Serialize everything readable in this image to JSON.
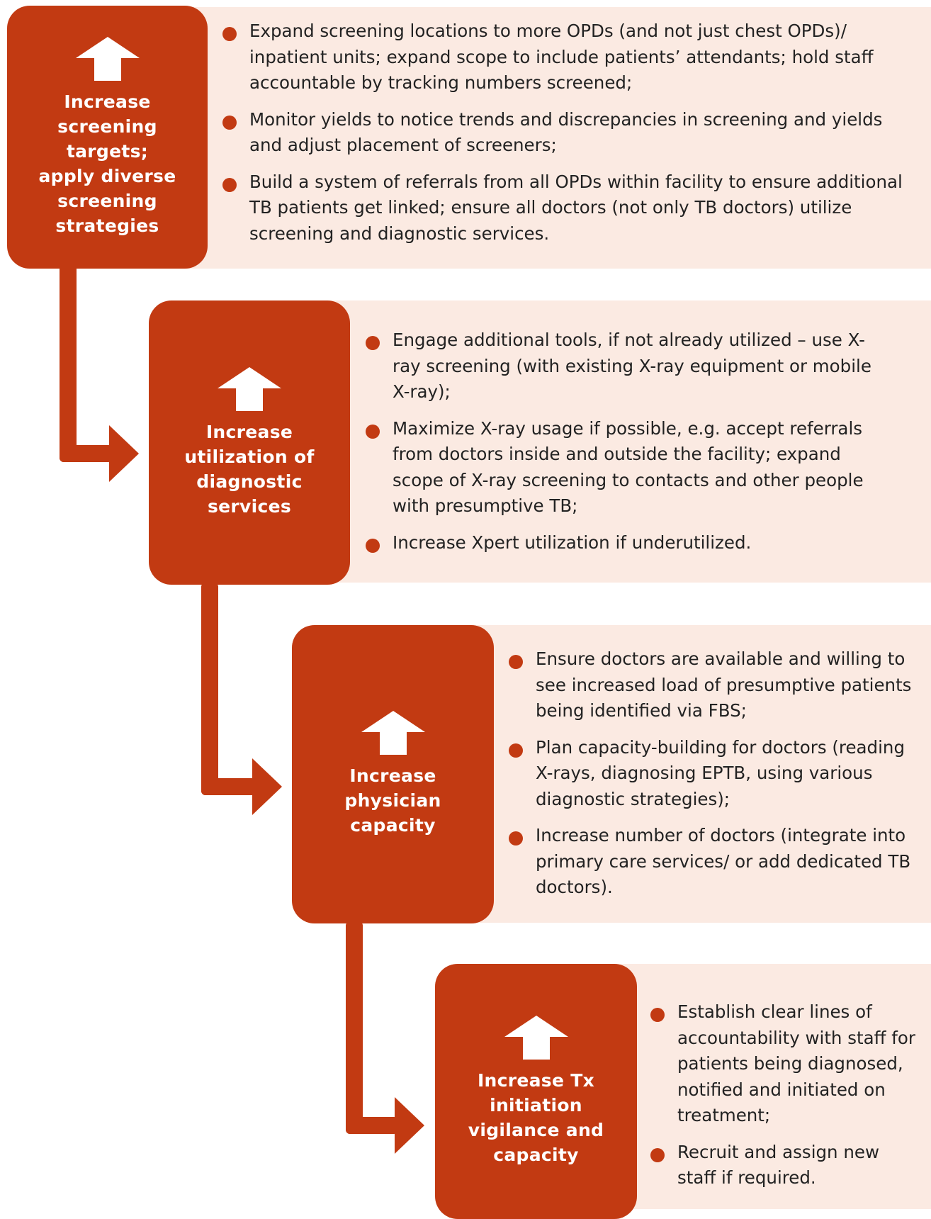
{
  "colors": {
    "accent": "#c23a12",
    "panel": "#fbeae2",
    "text": "#222222"
  },
  "steps": [
    {
      "title": "Increase\nscreening\ntargets;\napply diverse\nscreening\nstrategies",
      "icon": "up-arrow-icon",
      "bullets": [
        "Expand screening locations to more OPDs (and not just chest OPDs)/ inpatient units; expand scope to include patients’ attendants; hold staff accountable by tracking numbers screened;",
        "Monitor yields to notice trends and discrepancies in screening and yields and adjust placement of screeners;",
        "Build a system of referrals from all OPDs within facility to ensure additional TB patients get linked; ensure all doctors (not only TB doctors) utilize screening and diagnostic services."
      ]
    },
    {
      "title": "Increase\nutilization of\ndiagnostic\nservices",
      "icon": "up-arrow-icon",
      "bullets": [
        "Engage additional tools, if not already utilized – use X-ray screening (with existing X-ray equipment or mobile X-ray);",
        "Maximize X-ray usage if possible, e.g. accept referrals from doctors inside and outside the facility; expand scope of X-ray screening to contacts and other people with presumptive TB;",
        "Increase Xpert utilization if underutilized."
      ]
    },
    {
      "title": "Increase\nphysician\ncapacity",
      "icon": "up-arrow-icon",
      "bullets": [
        "Ensure doctors are available and willing to see increased load of presumptive patients being identified via FBS;",
        "Plan capacity-building for doctors (reading X-rays, diagnosing EPTB, using various diagnostic strategies);",
        "Increase number of doctors (integrate into primary care services/ or add dedicated TB doctors)."
      ]
    },
    {
      "title": "Increase Tx\ninitiation\nvigilance and\ncapacity",
      "icon": "up-arrow-icon",
      "bullets": [
        "Establish clear lines of accountability with staff for patients being diagnosed, notified and initiated on treatment;",
        "Recruit and assign new staff if required."
      ]
    }
  ]
}
